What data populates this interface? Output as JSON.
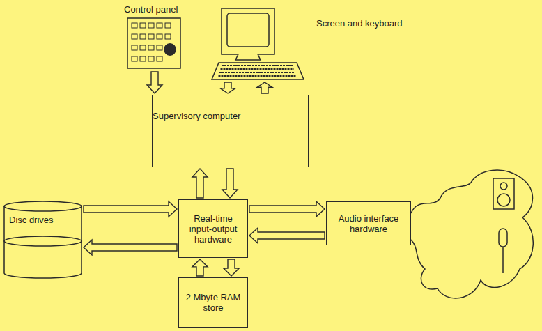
{
  "diagram": {
    "nodes": [
      {
        "text": [
          "Control panel"
        ]
      },
      {
        "text": [
          "Screen and keyboard"
        ]
      },
      {
        "text": [
          "Supervisory computer"
        ]
      },
      {
        "text": [
          "Disc drives"
        ]
      },
      {
        "text": [
          "Real-time input-output hardware"
        ]
      },
      {
        "text": [
          "Audio interface hardware"
        ]
      },
      {
        "text": [
          "2 Mbyte RAM store"
        ]
      }
    ],
    "edges": [
      {
        "from": 0,
        "to": 2,
        "arrow": "to"
      },
      {
        "from": 1,
        "to": 2,
        "arrow": "to"
      },
      {
        "from": 2,
        "to": 1,
        "arrow": "to"
      },
      {
        "from": 2,
        "to": 4,
        "arrow": "to"
      },
      {
        "from": 4,
        "to": 2,
        "arrow": "to"
      },
      {
        "from": 3,
        "to": 4,
        "arrow": "to"
      },
      {
        "from": 4,
        "to": 3,
        "arrow": "to"
      },
      {
        "from": 4,
        "to": 5,
        "arrow": "to"
      },
      {
        "from": 5,
        "to": 4,
        "arrow": "to"
      },
      {
        "from": 4,
        "to": 6,
        "arrow": "to"
      },
      {
        "from": 6,
        "to": 4,
        "arrow": "to"
      }
    ]
  }
}
